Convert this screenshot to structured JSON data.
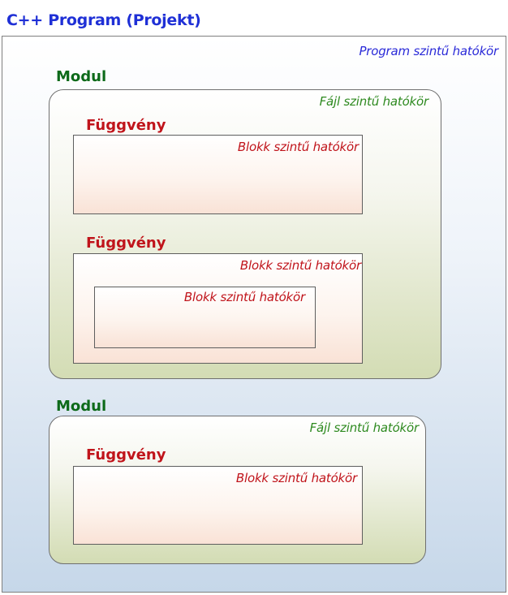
{
  "title": "C++ Program (Projekt)",
  "program_scope": "Program szintű hatókör",
  "modules": [
    {
      "label": "Modul",
      "scope": "Fájl szintű hatókör",
      "functions": [
        {
          "label": "Függvény",
          "block_scope": "Blokk szintű hatókör"
        },
        {
          "label": "Függvény",
          "block_scope": "Blokk szintű hatókör",
          "inner_block_scope": "Blokk szintű hatókör"
        }
      ]
    },
    {
      "label": "Modul",
      "scope": "Fájl szintű hatókör",
      "functions": [
        {
          "label": "Függvény",
          "block_scope": "Blokk szintű hatókör"
        }
      ]
    }
  ]
}
